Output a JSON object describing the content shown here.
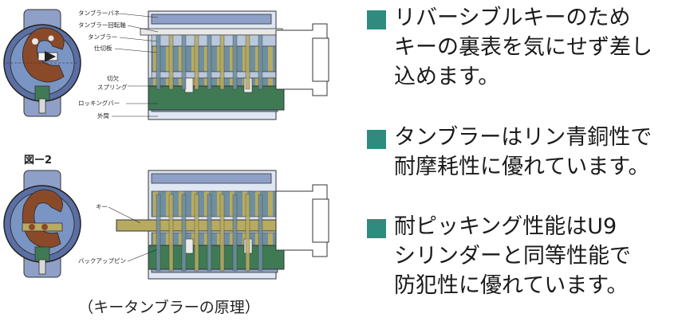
{
  "diagram": {
    "labels": {
      "tumbler_spring": "タンブラーバネ",
      "tumbler_rotation_axis": "タンブラー回転軸",
      "tumbler": "タンブラー",
      "partition_plate": "仕切板",
      "notch_spring_line1": "切欠",
      "notch_spring_line2": "スプリング",
      "locking_bar": "ロッキングバー",
      "outer_cylinder": "外筒",
      "key": "キー",
      "backup_pin": "バックアップピン"
    },
    "figure2_label": "図ー2",
    "caption": "（キータンブラーの原理）"
  },
  "features": [
    {
      "lines": [
        "リバーシブルキーのため",
        "キーの裏表を気にせず差し",
        "込めます。"
      ]
    },
    {
      "lines": [
        "タンブラーはリン青銅性で",
        "耐摩耗性に優れています。"
      ]
    },
    {
      "lines": [
        "耐ピッキング性能はU9",
        "シリンダーと同等性能で",
        "防犯性に優れています。"
      ]
    }
  ],
  "colors": {
    "bullet": "#2e8b7e",
    "housing": "#8fa0c8",
    "bar": "#3f7a55",
    "tumbler": "#b7ab62"
  }
}
